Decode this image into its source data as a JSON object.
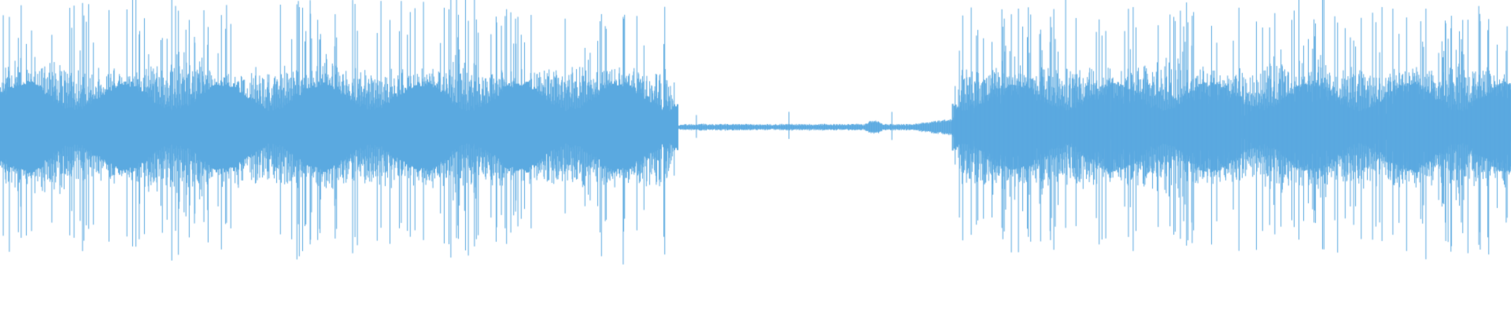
{
  "waveform": {
    "color": "#5aa9e0",
    "background": "#ffffff",
    "segments": [
      {
        "type": "loud",
        "start_fraction": 0.0,
        "end_fraction": 0.448
      },
      {
        "type": "quiet",
        "start_fraction": 0.448,
        "end_fraction": 0.63
      },
      {
        "type": "loud",
        "start_fraction": 0.63,
        "end_fraction": 1.0
      }
    ]
  }
}
